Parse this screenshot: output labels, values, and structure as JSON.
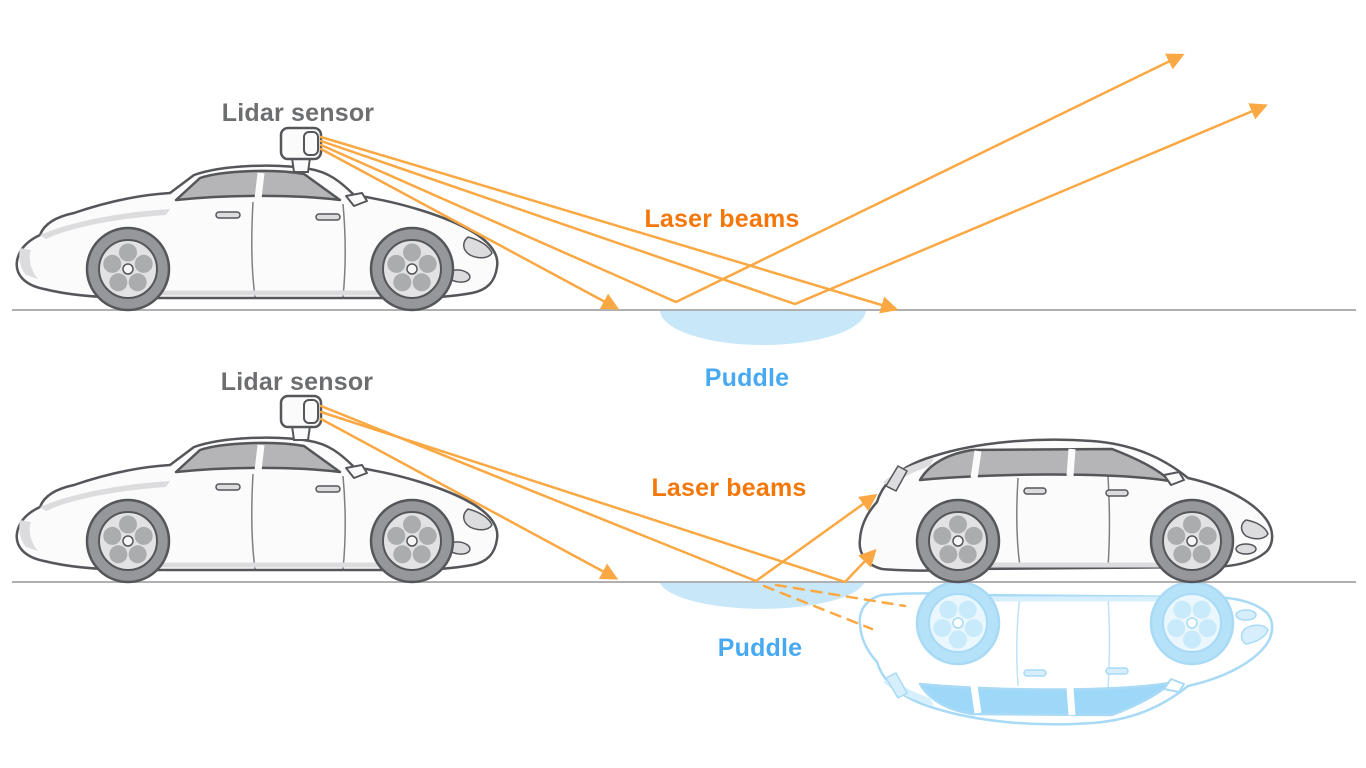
{
  "labels": {
    "scene_top": {
      "lidar": "Lidar sensor",
      "beams": "Laser beams",
      "puddle": "Puddle"
    },
    "scene_bottom": {
      "lidar": "Lidar sensor",
      "beams": "Laser beams",
      "puddle": "Puddle"
    }
  },
  "colors": {
    "beam": "#F9A843",
    "beam-label": "#F4770A",
    "gray-label": "#6D6E70",
    "blue-label": "#47A9F2",
    "puddle": "#C8E8FA",
    "ground": "#B0B0B2"
  }
}
